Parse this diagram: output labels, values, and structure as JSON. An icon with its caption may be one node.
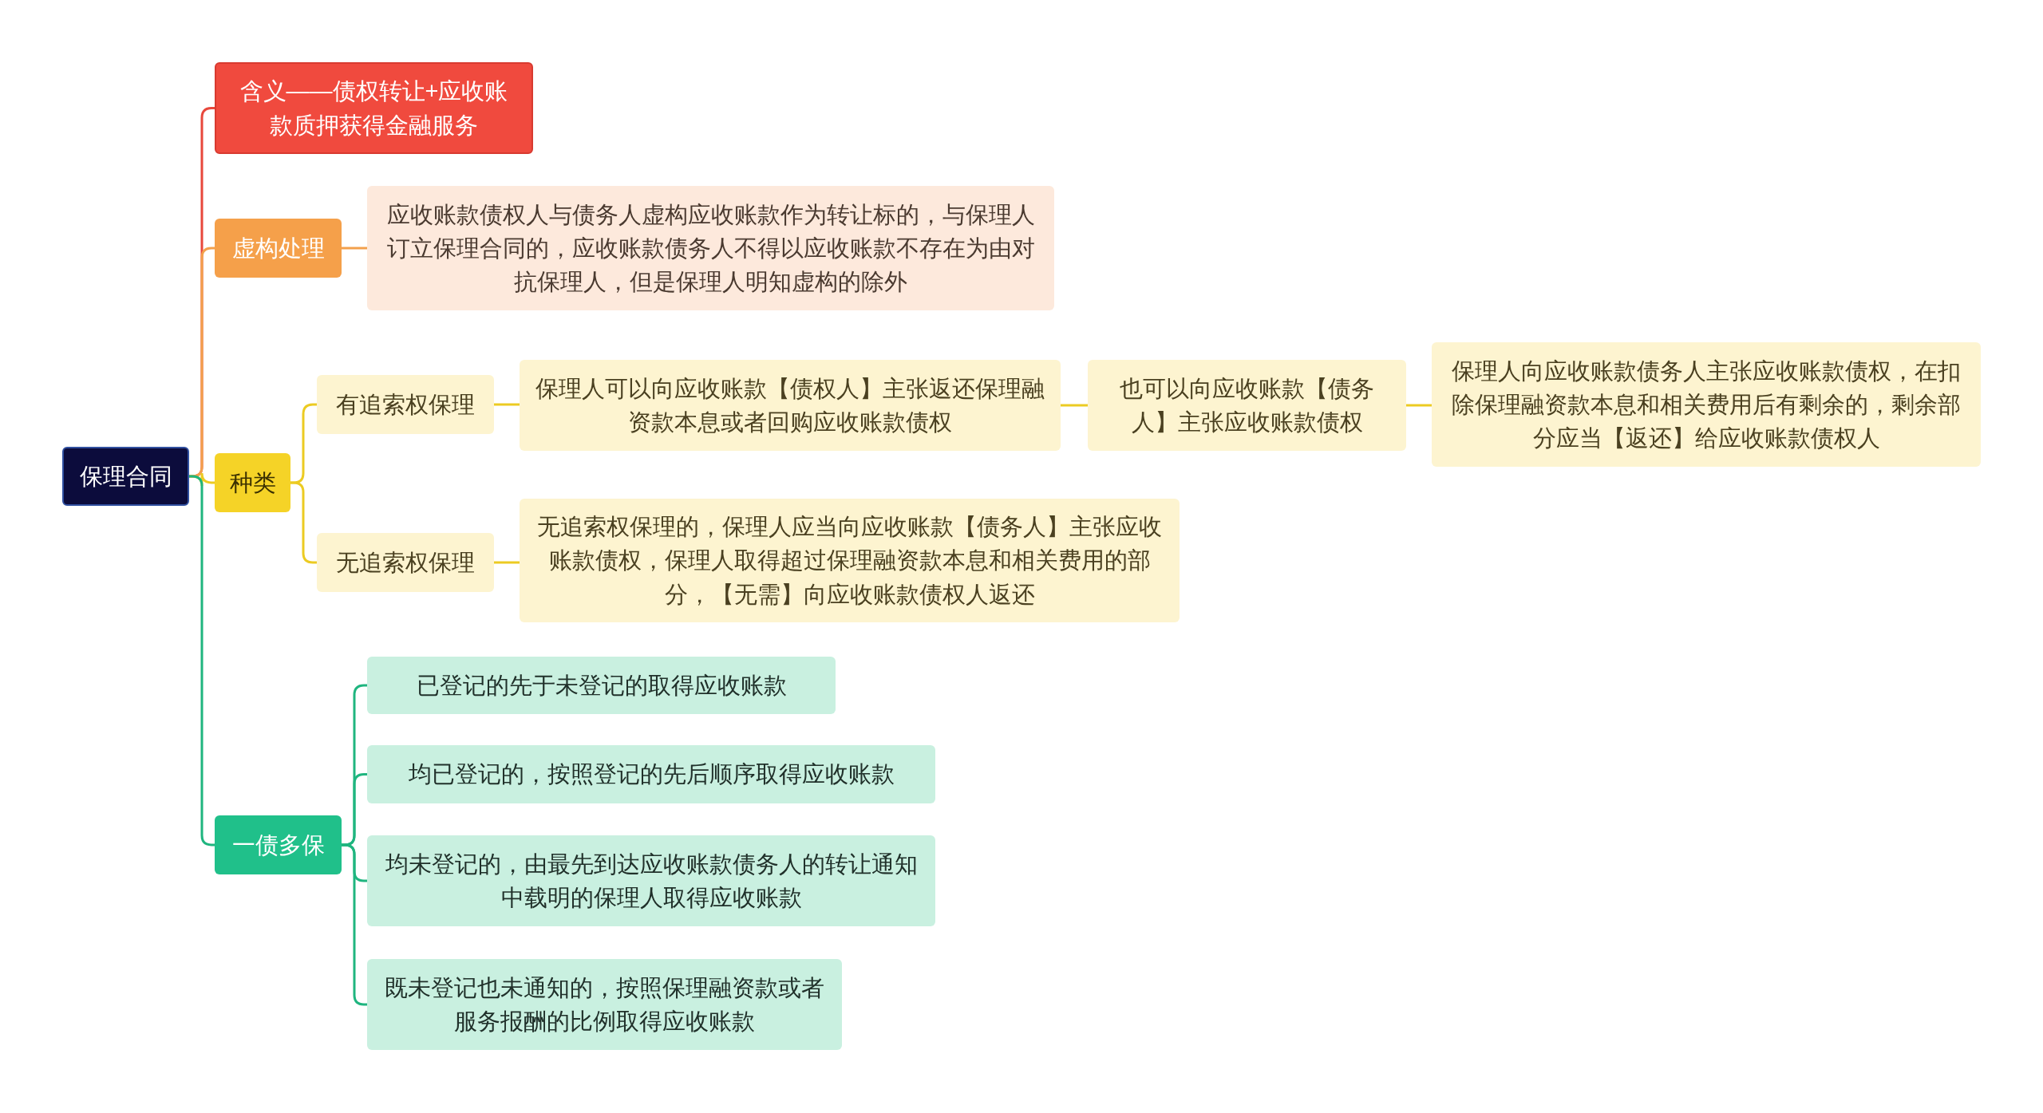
{
  "diagram": {
    "nodes": [
      {
        "text": [
          "保理合同"
        ]
      },
      {
        "text": [
          "含义——债权转让+应收账款质押获得金融服务"
        ]
      },
      {
        "text": [
          "虚构处理"
        ]
      },
      {
        "text": [
          "应收账款债权人与债务人虚构应收账款作为转让标的，与保理人订立保理合同的，应收账款债务人不得以应收账款不存在为由对抗保理人，但是保理人明知虚构的除外"
        ]
      },
      {
        "text": [
          "种类"
        ]
      },
      {
        "text": [
          "有追索权保理"
        ]
      },
      {
        "text": [
          "保理人可以向应收账款【债权人】主张返还保理融资款本息或者回购应收账款债权"
        ]
      },
      {
        "text": [
          "也可以向应收账款【债务人】主张应收账款债权"
        ]
      },
      {
        "text": [
          "保理人向应收账款债务人主张应收账款债权，在扣除保理融资款本息和相关费用后有剩余的，剩余部分应当【返还】给应收账款债权人"
        ]
      },
      {
        "text": [
          "无追索权保理"
        ]
      },
      {
        "text": [
          "无追索权保理的，保理人应当向应收账款【债务人】主张应收账款债权，保理人取得超过保理融资款本息和相关费用的部分，【无需】向应收账款债权人返还"
        ]
      },
      {
        "text": [
          "一债多保"
        ]
      },
      {
        "text": [
          "已登记的先于未登记的取得应收账款"
        ]
      },
      {
        "text": [
          "均已登记的，按照登记的先后顺序取得应收账款"
        ]
      },
      {
        "text": [
          "均未登记的，由最先到达应收账款债务人的转让通知中载明的保理人取得应收账款"
        ]
      },
      {
        "text": [
          "既未登记也未通知的，按照保理融资款或者服务报酬的比例取得应收账款"
        ]
      }
    ],
    "edges": [
      {
        "from": 0,
        "to": 1,
        "arrow": "none",
        "color": "#e8483c"
      },
      {
        "from": 0,
        "to": 2,
        "arrow": "none",
        "color": "#f3a04c"
      },
      {
        "from": 2,
        "to": 3,
        "arrow": "none",
        "color": "#f3a04c"
      },
      {
        "from": 0,
        "to": 4,
        "arrow": "none",
        "color": "#eccb22"
      },
      {
        "from": 4,
        "to": 5,
        "arrow": "none",
        "color": "#eccb22"
      },
      {
        "from": 5,
        "to": 6,
        "arrow": "none",
        "color": "#eccb22"
      },
      {
        "from": 6,
        "to": 7,
        "arrow": "none",
        "color": "#eccb22"
      },
      {
        "from": 7,
        "to": 8,
        "arrow": "none",
        "color": "#eccb22"
      },
      {
        "from": 4,
        "to": 9,
        "arrow": "none",
        "color": "#eccb22"
      },
      {
        "from": 9,
        "to": 10,
        "arrow": "none",
        "color": "#eccb22"
      },
      {
        "from": 0,
        "to": 11,
        "arrow": "none",
        "color": "#1fb57f"
      },
      {
        "from": 11,
        "to": 12,
        "arrow": "none",
        "color": "#1fb57f"
      },
      {
        "from": 11,
        "to": 13,
        "arrow": "none",
        "color": "#1fb57f"
      },
      {
        "from": 11,
        "to": 14,
        "arrow": "none",
        "color": "#1fb57f"
      },
      {
        "from": 11,
        "to": 15,
        "arrow": "none",
        "color": "#1fb57f"
      }
    ]
  }
}
